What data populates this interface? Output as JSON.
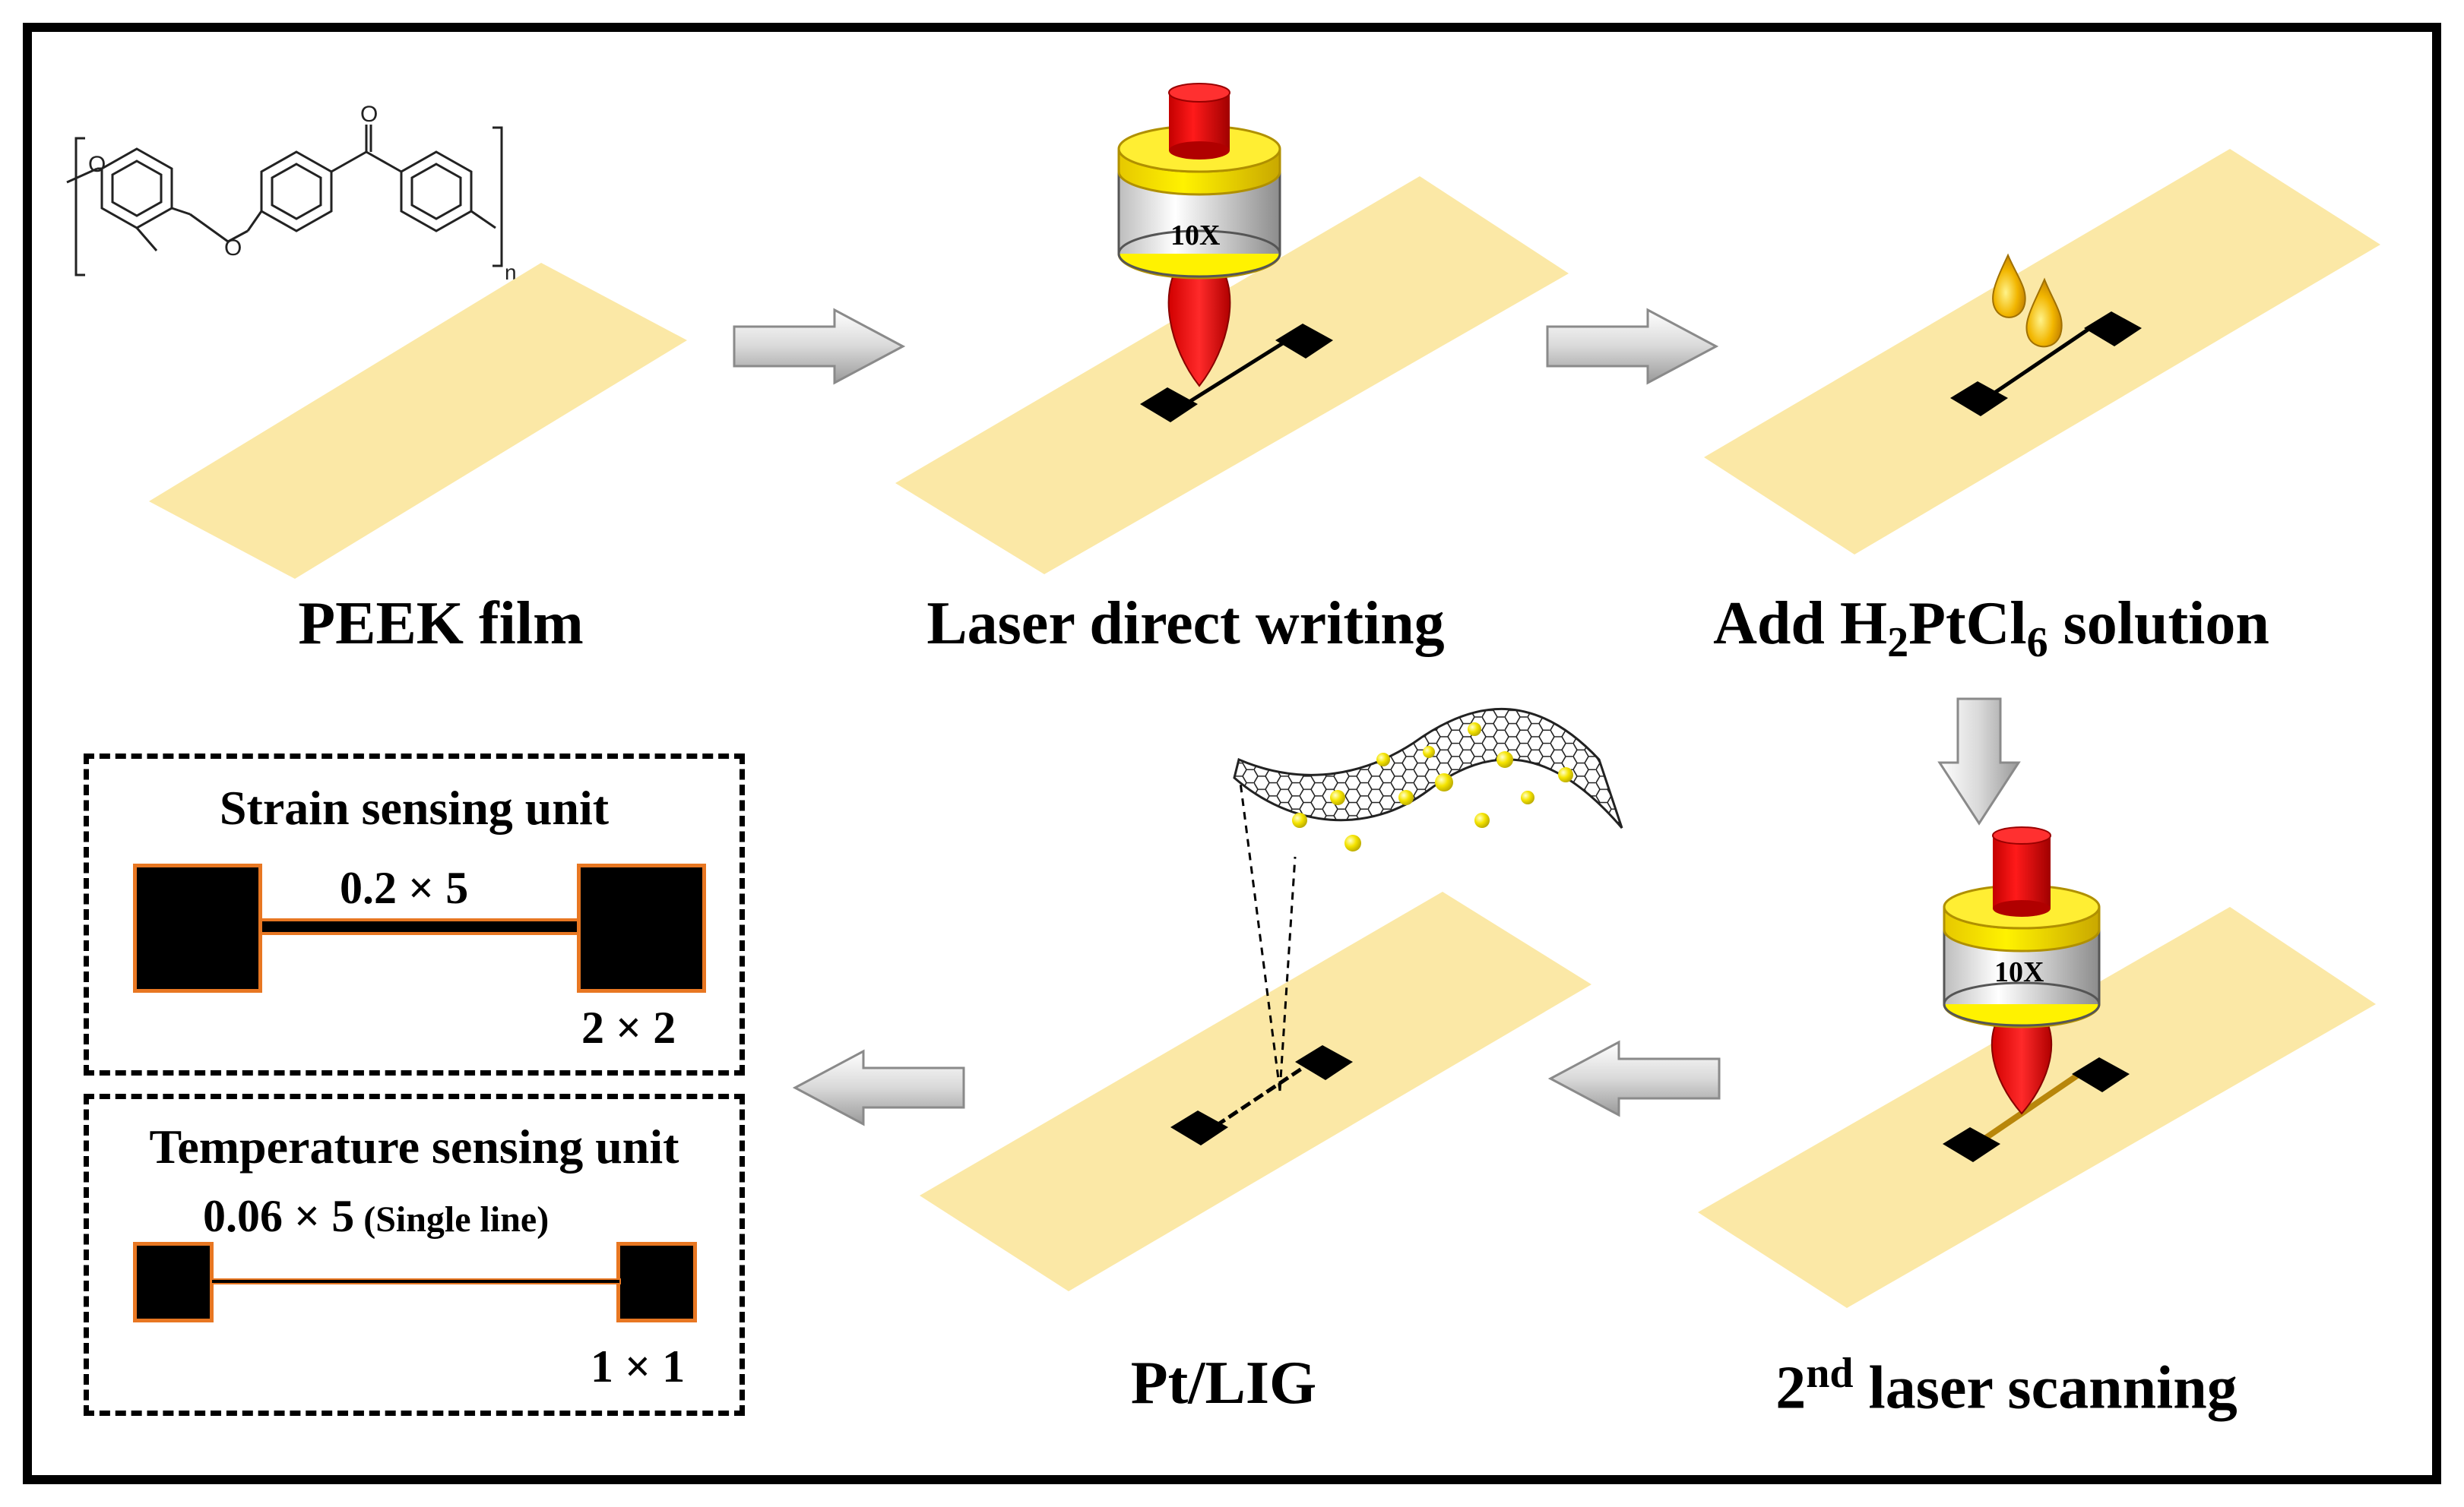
{
  "steps": {
    "peek_film": "PEEK film",
    "laser_direct_writing": "Laser direct writing",
    "add_solution_prefix": "Add H",
    "add_solution_sub1": "2",
    "add_solution_mid": "PtCl",
    "add_solution_sub2": "6",
    "add_solution_suffix": " solution",
    "second_scan_prefix": "2",
    "second_scan_sup": "nd",
    "second_scan_suffix": " laser scanning",
    "pt_lig": "Pt/LIG"
  },
  "lens": {
    "magnification": "10X"
  },
  "polymer": {
    "repeat_subscript": "n",
    "oxygen": "O"
  },
  "strain_unit": {
    "title": "Strain sensing unit",
    "line_dim": "0.2 × 5",
    "pad_dim": "2 × 2"
  },
  "temperature_unit": {
    "title": "Temperature sensing unit",
    "line_dim": "0.06 × 5",
    "line_note": " (Single line)",
    "pad_dim": "1 × 1"
  },
  "colors": {
    "film": "#fbe8a6",
    "laser": "#ff0000",
    "lens_ring": "#ffee00",
    "electrode": "#000000",
    "electrode_outline": "#e87722",
    "arrow": "#d9d9d9"
  }
}
